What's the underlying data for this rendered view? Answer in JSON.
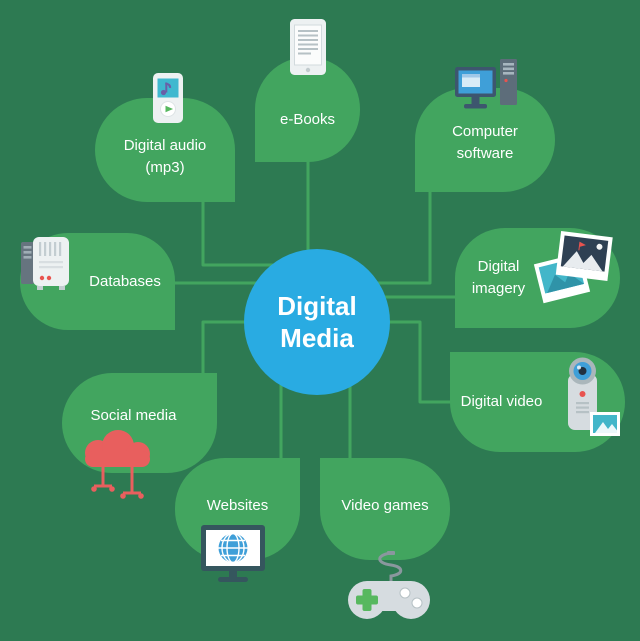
{
  "center": {
    "label": "Digital Media"
  },
  "nodes": [
    {
      "label": "Digital audio (mp3)",
      "icon": "portable-media-player-icon"
    },
    {
      "label": "e-Books",
      "icon": "e-reader-icon"
    },
    {
      "label": "Computer software",
      "icon": "desktop-computer-icon"
    },
    {
      "label": "Databases",
      "icon": "server-rack-icon"
    },
    {
      "label": "Digital imagery",
      "icon": "photos-icon"
    },
    {
      "label": "Digital video",
      "icon": "camcorder-icon"
    },
    {
      "label": "Social media",
      "icon": "network-cloud-icon"
    },
    {
      "label": "Websites",
      "icon": "globe-monitor-icon"
    },
    {
      "label": "Video games",
      "icon": "gamepad-icon"
    }
  ],
  "colors": {
    "background": "#2d7a52",
    "petal_green": "#42a55f",
    "center_blue": "#29abe2",
    "text": "#ffffff",
    "social_cloud_red": "#e85f5e",
    "screen_blue": "#3f9fd8",
    "photo_teal": "#43b6c9"
  }
}
